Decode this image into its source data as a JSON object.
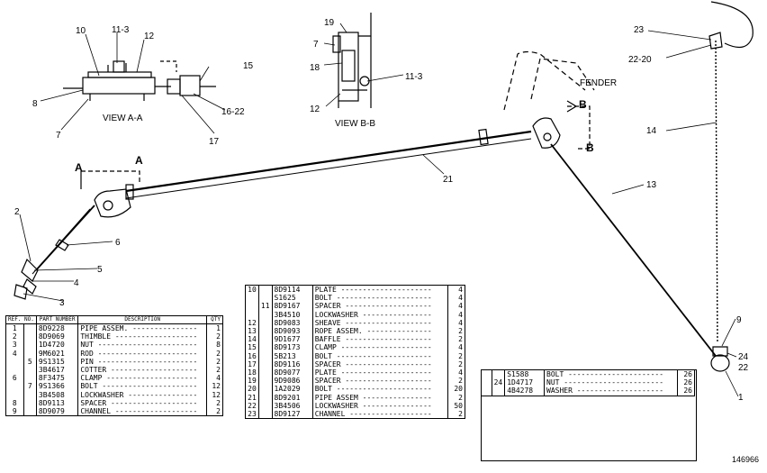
{
  "labels": {
    "view_aa": "VIEW A-A",
    "view_bb": "VIEW B-B",
    "fender": "FENDER",
    "sec_a_left": "A",
    "sec_a_right": "A",
    "sec_b_top": "B",
    "sec_b_bottom": "B",
    "figure_id": "146966"
  },
  "callouts": {
    "c1": "1",
    "c2": "2",
    "c3": "3",
    "c4": "4",
    "c5": "5",
    "c6": "6",
    "c7a": "7",
    "c7b": "7",
    "c8": "8",
    "c9": "9",
    "c10": "10",
    "c11a": "11-3",
    "c11b": "11-3",
    "c12a": "12",
    "c12b": "12",
    "c13": "13",
    "c14": "14",
    "c15": "15",
    "c16": "16-22",
    "c17": "17",
    "c18": "18",
    "c19": "19",
    "c21": "21",
    "c22a": "22-20",
    "c22b": "22",
    "c23": "23",
    "c24": "24"
  },
  "table_headers": {
    "ref": "REF. NO.",
    "part": "PART NUMBER",
    "description": "DESCRIPTION",
    "qty": "QTY"
  },
  "parts_table_1": [
    {
      "ref": "1",
      "grp": "",
      "part": "8D9228",
      "desc": "PIPE ASSEM.",
      "qty": "1"
    },
    {
      "ref": "2",
      "grp": "",
      "part": "8D9069",
      "desc": "THIMBLE",
      "qty": "2"
    },
    {
      "ref": "3",
      "grp": "",
      "part": "1D4720",
      "desc": "NUT",
      "qty": "8"
    },
    {
      "ref": "4",
      "grp": "",
      "part": "9M6021",
      "desc": "ROD",
      "qty": "2"
    },
    {
      "ref": "",
      "grp": "5",
      "part": "9S1315",
      "desc": "PIN",
      "qty": "2"
    },
    {
      "ref": "",
      "grp": "",
      "part": "3B4617",
      "desc": "COTTER",
      "qty": "2"
    },
    {
      "ref": "6",
      "grp": "",
      "part": "8F3475",
      "desc": "CLAMP",
      "qty": "4"
    },
    {
      "ref": "",
      "grp": "7",
      "part": "9S1366",
      "desc": "BOLT",
      "qty": "12"
    },
    {
      "ref": "",
      "grp": "",
      "part": "3B4508",
      "desc": "LOCKWASHER",
      "qty": "12"
    },
    {
      "ref": "8",
      "grp": "",
      "part": "8D9113",
      "desc": "SPACER",
      "qty": "2"
    },
    {
      "ref": "9",
      "grp": "",
      "part": "8D9079",
      "desc": "CHANNEL",
      "qty": "2"
    }
  ],
  "parts_table_2": [
    {
      "ref": "10",
      "grp": "",
      "part": "8D9114",
      "desc": "PLATE",
      "qty": "4"
    },
    {
      "ref": "",
      "grp": "",
      "part": "S1625",
      "desc": "BOLT",
      "qty": "4"
    },
    {
      "ref": "",
      "grp": "11",
      "part": "8D9167",
      "desc": "SPACER",
      "qty": "4"
    },
    {
      "ref": "",
      "grp": "",
      "part": "3B4510",
      "desc": "LOCKWASHER",
      "qty": "4"
    },
    {
      "ref": "12",
      "grp": "",
      "part": "8D9083",
      "desc": "SHEAVE",
      "qty": "4"
    },
    {
      "ref": "13",
      "grp": "",
      "part": "8D9093",
      "desc": "ROPE ASSEM.",
      "qty": "2"
    },
    {
      "ref": "14",
      "grp": "",
      "part": "9D1677",
      "desc": "BAFFLE",
      "qty": "2"
    },
    {
      "ref": "15",
      "grp": "",
      "part": "8D9173",
      "desc": "CLAMP",
      "qty": "4"
    },
    {
      "ref": "16",
      "grp": "",
      "part": "5B213",
      "desc": "BOLT",
      "qty": "2"
    },
    {
      "ref": "17",
      "grp": "",
      "part": "8D9116",
      "desc": "SPACER",
      "qty": "2"
    },
    {
      "ref": "18",
      "grp": "",
      "part": "8D9077",
      "desc": "PLATE",
      "qty": "4"
    },
    {
      "ref": "19",
      "grp": "",
      "part": "9D9086",
      "desc": "SPACER",
      "qty": "2"
    },
    {
      "ref": "20",
      "grp": "",
      "part": "1A2029",
      "desc": "BOLT",
      "qty": "20"
    },
    {
      "ref": "21",
      "grp": "",
      "part": "8D9201",
      "desc": "PIPE ASSEM",
      "qty": "2"
    },
    {
      "ref": "22",
      "grp": "",
      "part": "3B4506",
      "desc": "LOCKWASHER",
      "qty": "50"
    },
    {
      "ref": "23",
      "grp": "",
      "part": "8D9127",
      "desc": "CHANNEL",
      "qty": "2"
    }
  ],
  "parts_table_3": [
    {
      "ref": "",
      "grp": "",
      "part": "S1588",
      "desc": "BOLT",
      "qty": "26"
    },
    {
      "ref": "",
      "grp": "24",
      "part": "1D4717",
      "desc": "NUT",
      "qty": "26"
    },
    {
      "ref": "",
      "grp": "",
      "part": "4B4278",
      "desc": "WASHER",
      "qty": "26"
    }
  ]
}
